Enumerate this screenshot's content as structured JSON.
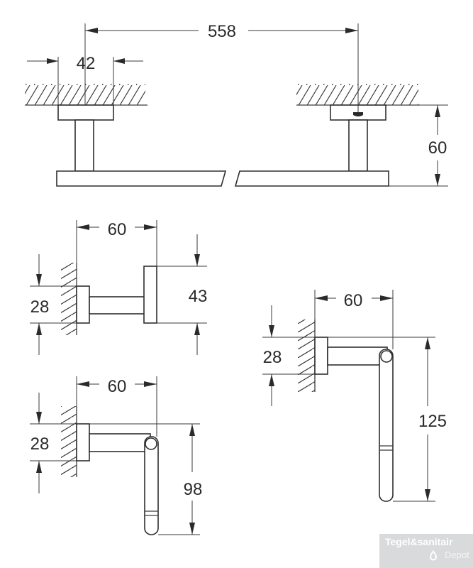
{
  "dimensions": {
    "width_total": "558",
    "rosette_width": "42",
    "bar_projection": "60",
    "hook_projection": "60",
    "hook_rosette": "28",
    "hook_head": "43",
    "holder_projection": "60",
    "holder_rosette": "28",
    "holder_drop": "98",
    "ring_projection": "60",
    "ring_rosette": "28",
    "ring_drop": "125"
  },
  "watermark": {
    "line1": "Tegel&sanitair",
    "line2": "Depot"
  },
  "colors": {
    "line": "#3a3a3a",
    "watermark_bg": "#d9dadb",
    "watermark_text": "#ffffff"
  }
}
